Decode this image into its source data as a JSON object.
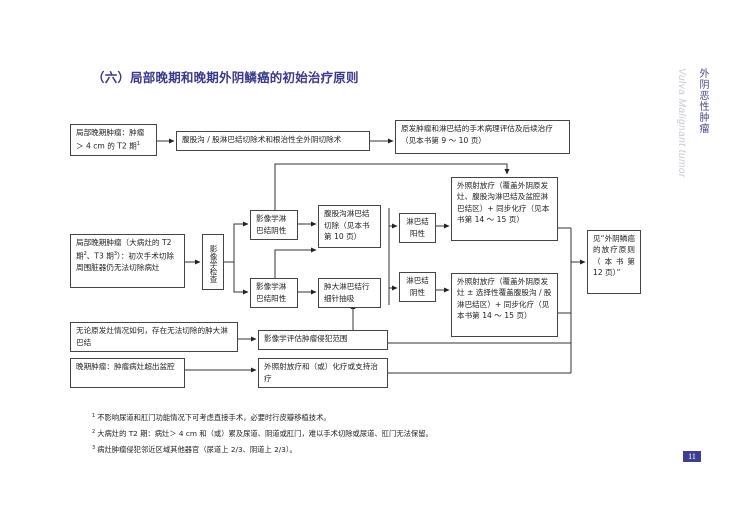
{
  "page": {
    "title": "（六）局部晚期和晚期外阴鳞癌的初始治疗原则",
    "side_title_cn": "外阴恶性肿瘤",
    "side_title_en": "Vulva Malignant tumor",
    "page_number": "11",
    "accent_color": "#3e3e90"
  },
  "flowchart": {
    "nodes": {
      "stage_t2_large": {
        "text": "局部晚期肿瘤：肿瘤＞ 4 cm 的 T2 期",
        "sup": "1"
      },
      "groin_radical_surgery": {
        "text": "腹股沟 / 股淋巴结切除术和根治性全外阴切除术"
      },
      "pathology_followup": {
        "text": "原发肿瘤和淋巴结的手术病理评估及后续治疗（见本书第 9 ～ 10 页）"
      },
      "stage_large_t2_t3": {
        "text_a": "局部晚期肿瘤（大病灶的 T2 期",
        "sup_a": "2",
        "text_b": "、T3 期",
        "sup_b": "3",
        "text_c": "）：初次手术切除周围脏器仍无法切除病灶"
      },
      "imaging_exam": {
        "text": "影像学检查"
      },
      "imaging_ln_negative": {
        "text": "影像学淋巴结阴性"
      },
      "imaging_ln_positive": {
        "text": "影像学淋巴结阳性"
      },
      "groin_ln_dissection": {
        "text": "腹股沟淋巴结切除（见本书第 10 页）"
      },
      "fna_enlarged_ln": {
        "text": "肿大淋巴结行细针抽吸"
      },
      "ln_positive": {
        "text": "淋巴结阳性"
      },
      "ln_negative": {
        "text": "淋巴结阴性"
      },
      "ebrt_full": {
        "text": "外照射放疗（覆盖外阴原发灶、腹股沟淋巴结及盆腔淋巴结区）+ 同步化疗（见本书第 14 ～ 15 页）"
      },
      "ebrt_selective": {
        "text": "外照射放疗（覆盖外阴原发灶 ± 选择性覆盖腹股沟 / 股淋巴结区）+ 同步化疗（见本书第 14 ～ 15 页）"
      },
      "see_principles": {
        "text": "见“外阴鳞癌的放疗原则（本书第 12 页）”"
      },
      "unresectable_ln": {
        "text": "无论原发灶情况如何，存在无法切除的肿大淋巴结"
      },
      "imaging_assess_extent": {
        "text": "影像学评估肿瘤侵犯范围"
      },
      "advanced_pelvis": {
        "text": "晚期肿瘤：肿瘤病灶超出盆腔"
      },
      "ebrt_chemo_support": {
        "text": "外照射放疗和（或）化疗或支持治疗"
      }
    }
  },
  "footnotes": [
    {
      "mark": "1",
      "text": "不影响尿道和肛门功能情况下可考虑直接手术，必要时行皮瓣移植技术。"
    },
    {
      "mark": "2",
      "text": "大病灶的 T2 期：病灶＞ 4 cm 和（或）累及尿道、阴道或肛门，难以手术切除或尿道、肛门无法保留。"
    },
    {
      "mark": "3",
      "text": "病灶肿瘤侵犯邻近区域其他器官（尿道上 2/3、阴道上 2/3）。"
    }
  ]
}
